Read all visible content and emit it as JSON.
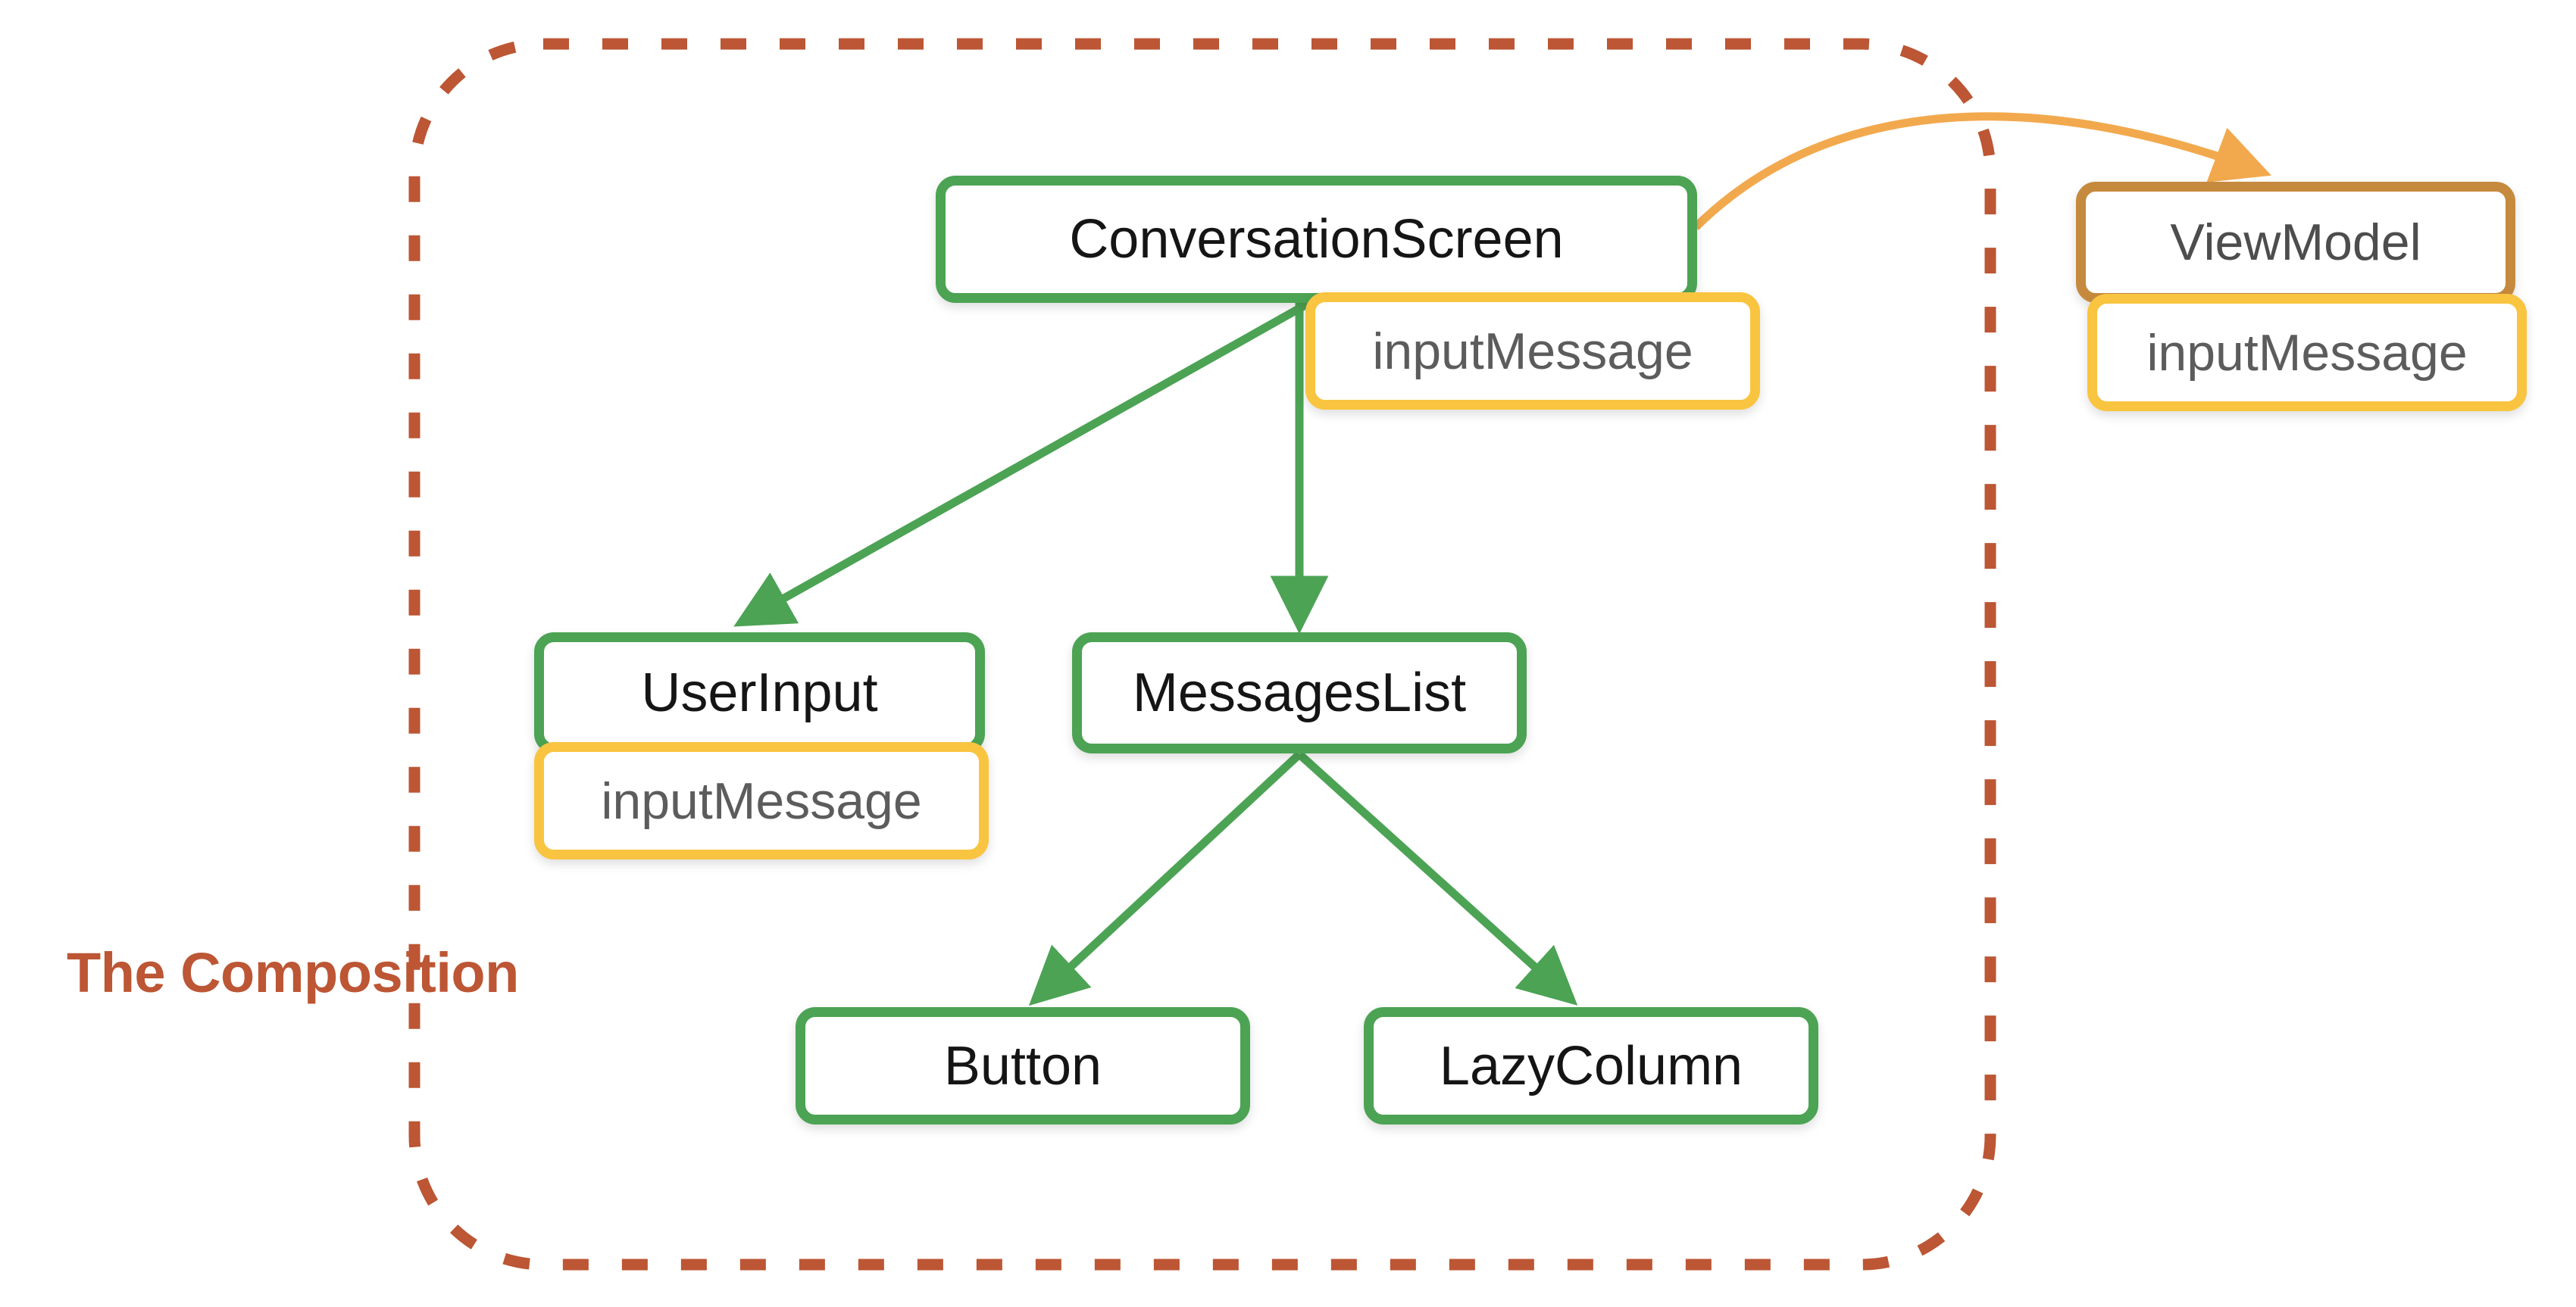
{
  "diagram": {
    "title": "The Composition",
    "boundary_label": "The Composition",
    "boundary_style": "dashed-rounded-rect",
    "colors": {
      "composable_border": "#4CA354",
      "state_border": "#F9C440",
      "viewmodel_border": "#C68A3E",
      "boundary_dashed": "#BC5634",
      "arrow_green": "#4CA354",
      "arrow_orange": "#F2A94E",
      "composable_text": "#151515",
      "state_text": "#5C5C5C",
      "viewmodel_text": "#4D4D4D",
      "background": "#FFFFFF"
    },
    "nodes": {
      "conversation_screen": {
        "label": "ConversationScreen",
        "kind": "composable"
      },
      "cs_input_message": {
        "label": "inputMessage",
        "kind": "state"
      },
      "view_model": {
        "label": "ViewModel",
        "kind": "viewmodel"
      },
      "vm_input_message": {
        "label": "inputMessage",
        "kind": "state"
      },
      "user_input": {
        "label": "UserInput",
        "kind": "composable"
      },
      "ui_input_message": {
        "label": "inputMessage",
        "kind": "state"
      },
      "messages_list": {
        "label": "MessagesList",
        "kind": "composable"
      },
      "button": {
        "label": "Button",
        "kind": "composable"
      },
      "lazy_column": {
        "label": "LazyColumn",
        "kind": "composable"
      }
    },
    "edges": [
      {
        "from": "conversation_screen",
        "to": "user_input",
        "color": "#4CA354",
        "style": "solid"
      },
      {
        "from": "conversation_screen",
        "to": "messages_list",
        "color": "#4CA354",
        "style": "solid"
      },
      {
        "from": "messages_list",
        "to": "button",
        "color": "#4CA354",
        "style": "solid"
      },
      {
        "from": "messages_list",
        "to": "lazy_column",
        "color": "#4CA354",
        "style": "solid"
      },
      {
        "from": "conversation_screen",
        "to": "view_model",
        "color": "#F2A94E",
        "style": "curved"
      }
    ]
  }
}
